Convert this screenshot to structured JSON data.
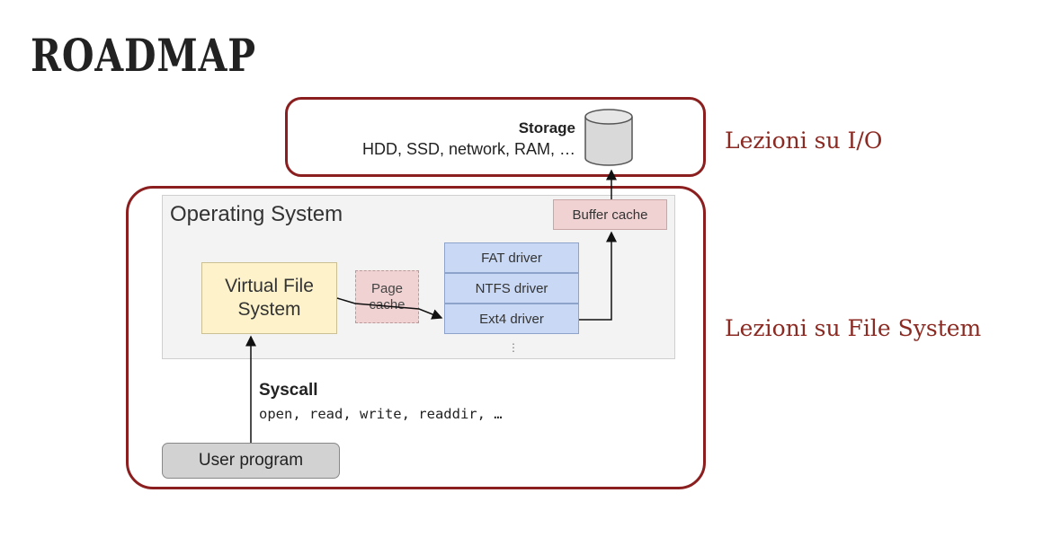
{
  "title": "ROADMAP",
  "storage": {
    "title": "Storage",
    "subtitle": "HDD, SSD, network, RAM, …",
    "icon": "database-cylinder-icon"
  },
  "side_labels": {
    "io": "Lezioni su I/O",
    "fs": "Lezioni su File System"
  },
  "os": {
    "label": "Operating System",
    "vfs": "Virtual File\nSystem",
    "page_cache": "Page\ncache",
    "drivers": [
      "FAT driver",
      "NTFS driver",
      "Ext4 driver"
    ],
    "more": "⋮",
    "buffer_cache": "Buffer cache"
  },
  "syscall": {
    "title": "Syscall",
    "examples": "open, read, write, readdir, …"
  },
  "user_program": "User program",
  "colors": {
    "accent_red": "#8b1e1e",
    "label_red": "#8b2a22",
    "vfs_fill": "#fdf2c9",
    "cache_fill": "#f1d2d2",
    "driver_fill": "#c9d9f5",
    "user_fill": "#d2d2d2"
  }
}
